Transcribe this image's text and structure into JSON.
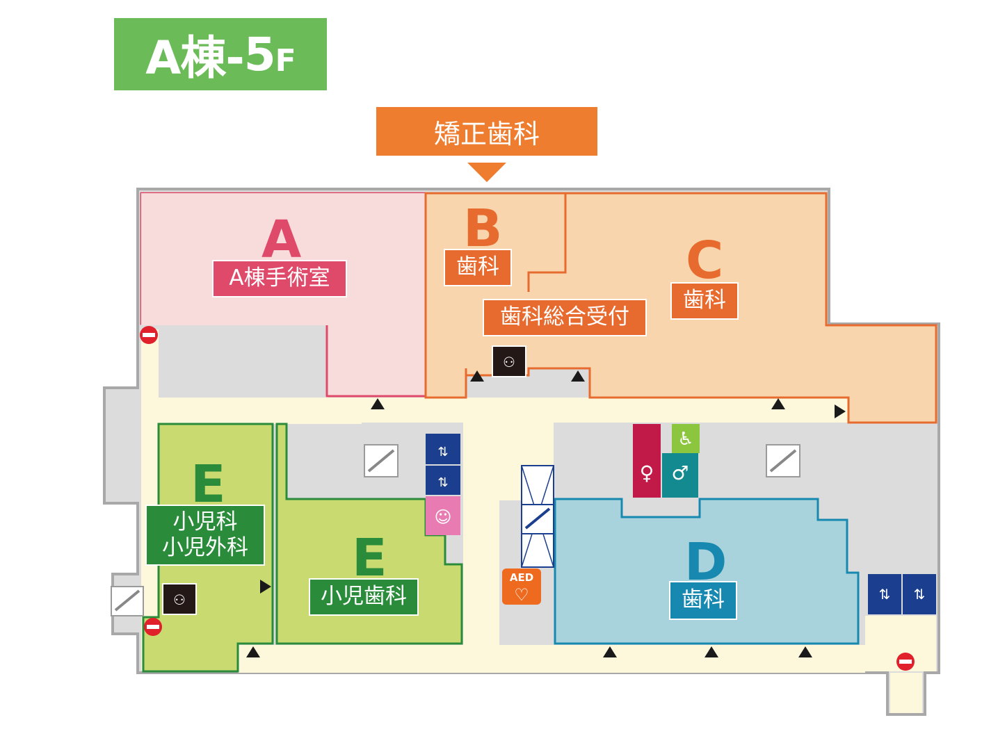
{
  "floor": {
    "title": "A棟-",
    "number": "5",
    "suffix": "F"
  },
  "destination": {
    "label": "矯正歯科"
  },
  "zones": {
    "A": {
      "letter": "A",
      "dept": "A棟手術室"
    },
    "B": {
      "letter": "B",
      "dept": "歯科"
    },
    "C": {
      "letter": "C",
      "dept": "歯科"
    },
    "D": {
      "letter": "D",
      "dept": "歯科"
    },
    "E1": {
      "letter": "E",
      "dept_line1": "小児科",
      "dept_line2": "小児外科"
    },
    "E2": {
      "letter": "E",
      "dept": "小児歯科"
    }
  },
  "reception": {
    "label": "歯科総合受付"
  },
  "aed": {
    "label": "AED"
  },
  "colors": {
    "floor_badge": "#6bbb58",
    "destination": "#ee7d30",
    "zone_a": "#f8dcdc",
    "zone_a_accent": "#df4a6a",
    "zone_bc": "#f9d5ad",
    "zone_bc_accent": "#e76a2e",
    "zone_d": "#a9d3dc",
    "zone_d_accent": "#1789b0",
    "zone_e": "#c9da70",
    "zone_e_accent": "#2a8c3b",
    "corridor": "#fdf8dc",
    "wall": "#dcdcdc",
    "elevator": "#1c3e8f",
    "restroom_women": "#c21a48",
    "restroom_men": "#128a8f",
    "accessible": "#8cc63f",
    "nursing": "#e87bb1",
    "no_entry": "#e0202a"
  },
  "icons": [
    "escalator-icon",
    "elevator-icon",
    "restroom-women-icon",
    "restroom-men-icon",
    "accessible-restroom-icon",
    "nursing-room-icon",
    "reception-icon",
    "aed-icon",
    "no-entry-icon"
  ]
}
